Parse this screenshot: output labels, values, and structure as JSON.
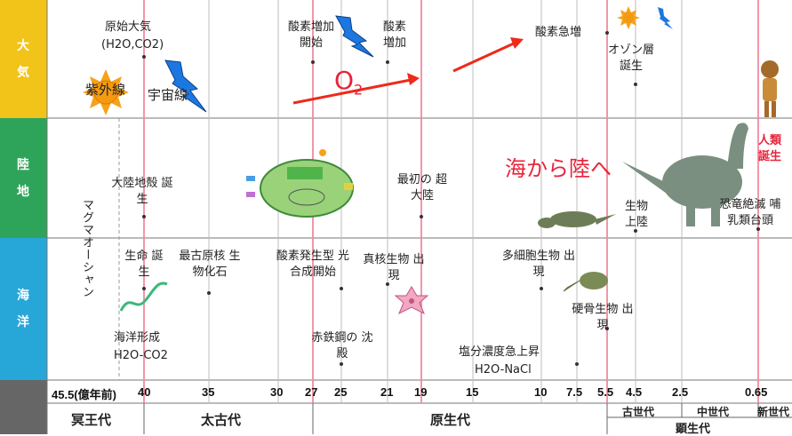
{
  "bands": {
    "atmosphere": [
      "大",
      "気"
    ],
    "land": [
      "陸",
      "地"
    ],
    "ocean": [
      "海",
      "洋"
    ]
  },
  "axis": {
    "ticks": [
      "45.5(億年前)",
      "40",
      "35",
      "30",
      "27",
      "25",
      "21",
      "19",
      "15",
      "10",
      "7.5",
      "5.5",
      "4.5",
      "2.5",
      "0.65"
    ]
  },
  "eras": {
    "hadean": "冥王代",
    "archean": "太古代",
    "proterozoic": "原生代",
    "paleozoic": "古世代",
    "mesozoic": "中世代",
    "cenozoic": "新世代",
    "phanerozoic": "顕生代"
  },
  "atmosphere": {
    "primordial": "原始大気",
    "primordial_formula": "(H2O,CO2)",
    "uv": "紫外線",
    "cosmic": "宇宙線",
    "o2_start": "酸素増加 開始",
    "o2_increase": "酸素増加",
    "o2_rapid": "酸素急増",
    "o2_symbol": "O",
    "o2_sub": "2",
    "ozone": "オゾン層 誕生",
    "human": "人類 誕生"
  },
  "land": {
    "magma": "マグマオーシャン",
    "crust": "大陸地殻 誕生",
    "supercontinent": "最初の 超大陸",
    "sea_to_land": "海から陸へ",
    "life_land": "生物 上陸",
    "dino": "恐竜絶滅 哺乳類台頭"
  },
  "ocean": {
    "life": "生命 誕生",
    "fossil": "最古原核 生物化石",
    "photo": "酸素発生型 光合成開始",
    "eukaryote": "真核生物 出現",
    "multicell": "多細胞生物 出現",
    "hard": "硬骨生物 出現",
    "ocean_form": "海洋形成",
    "ocean_formula": "H2O-CO2",
    "iron": "赤鉄鋼の 沈殿",
    "salt": "塩分濃度急上昇",
    "salt_formula": "H2O-NaCl"
  }
}
